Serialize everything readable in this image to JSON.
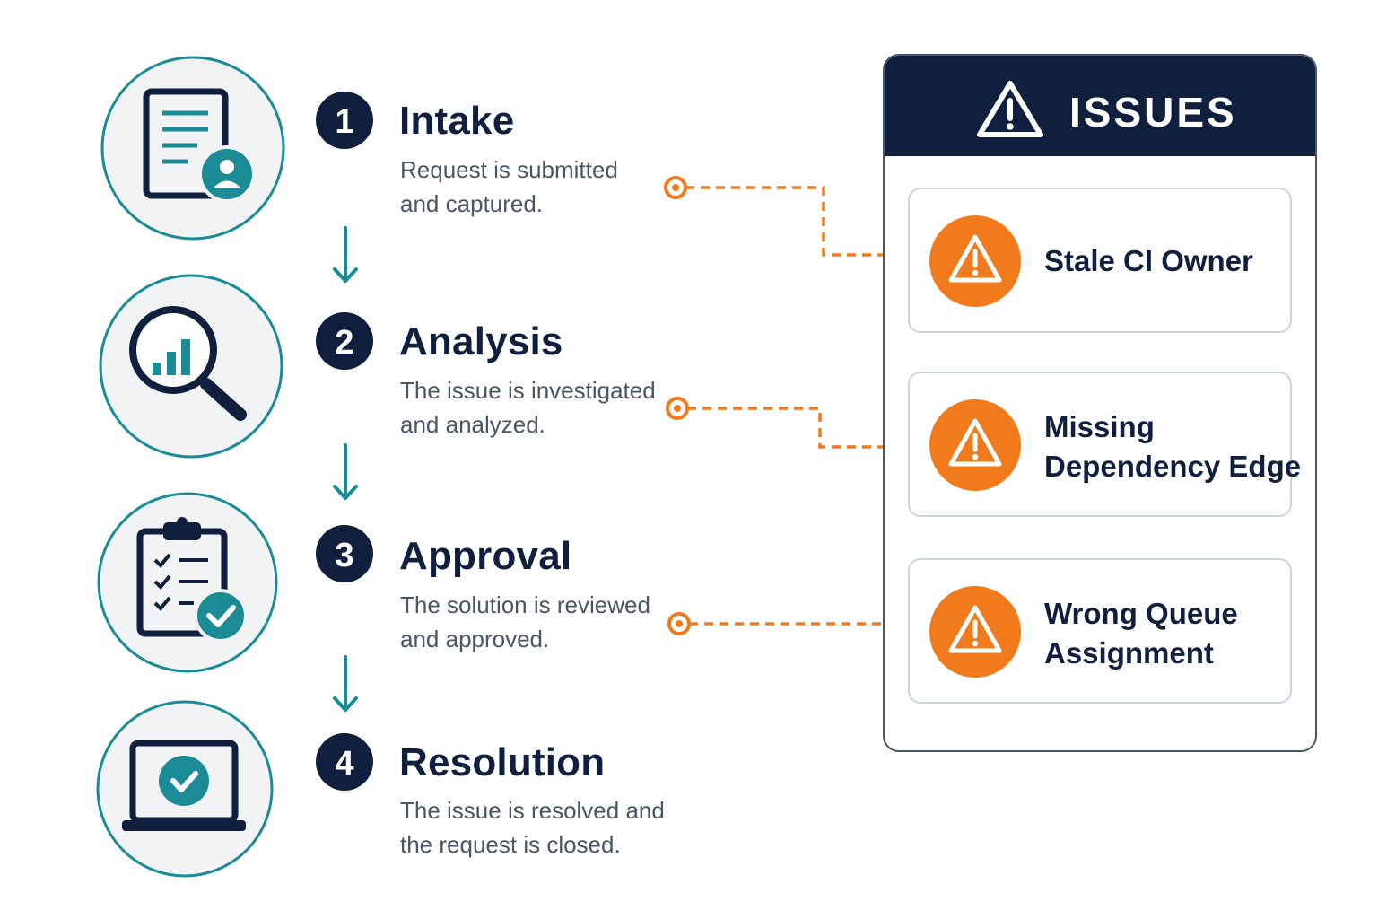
{
  "steps": [
    {
      "number": "1",
      "title": "Intake",
      "desc": [
        "Request is submitted",
        "and captured."
      ],
      "icon": "document-user-icon"
    },
    {
      "number": "2",
      "title": "Analysis",
      "desc": [
        "The issue is investigated",
        "and analyzed."
      ],
      "icon": "magnifier-chart-icon"
    },
    {
      "number": "3",
      "title": "Approval",
      "desc": [
        "The solution is reviewed",
        "and approved."
      ],
      "icon": "clipboard-check-icon"
    },
    {
      "number": "4",
      "title": "Resolution",
      "desc": [
        "The issue is resolved and",
        "the request is closed."
      ],
      "icon": "laptop-check-icon"
    }
  ],
  "issues_panel": {
    "title": "ISSUES",
    "items": [
      {
        "label": [
          "Stale CI Owner"
        ]
      },
      {
        "label": [
          "Missing",
          "Dependency Edge"
        ]
      },
      {
        "label": [
          "Wrong Queue",
          "Assignment"
        ]
      }
    ]
  },
  "colors": {
    "navy": "#0f1f3d",
    "teal": "#1b8c96",
    "orange": "#f07a1c",
    "gray_text": "#4a5567"
  }
}
